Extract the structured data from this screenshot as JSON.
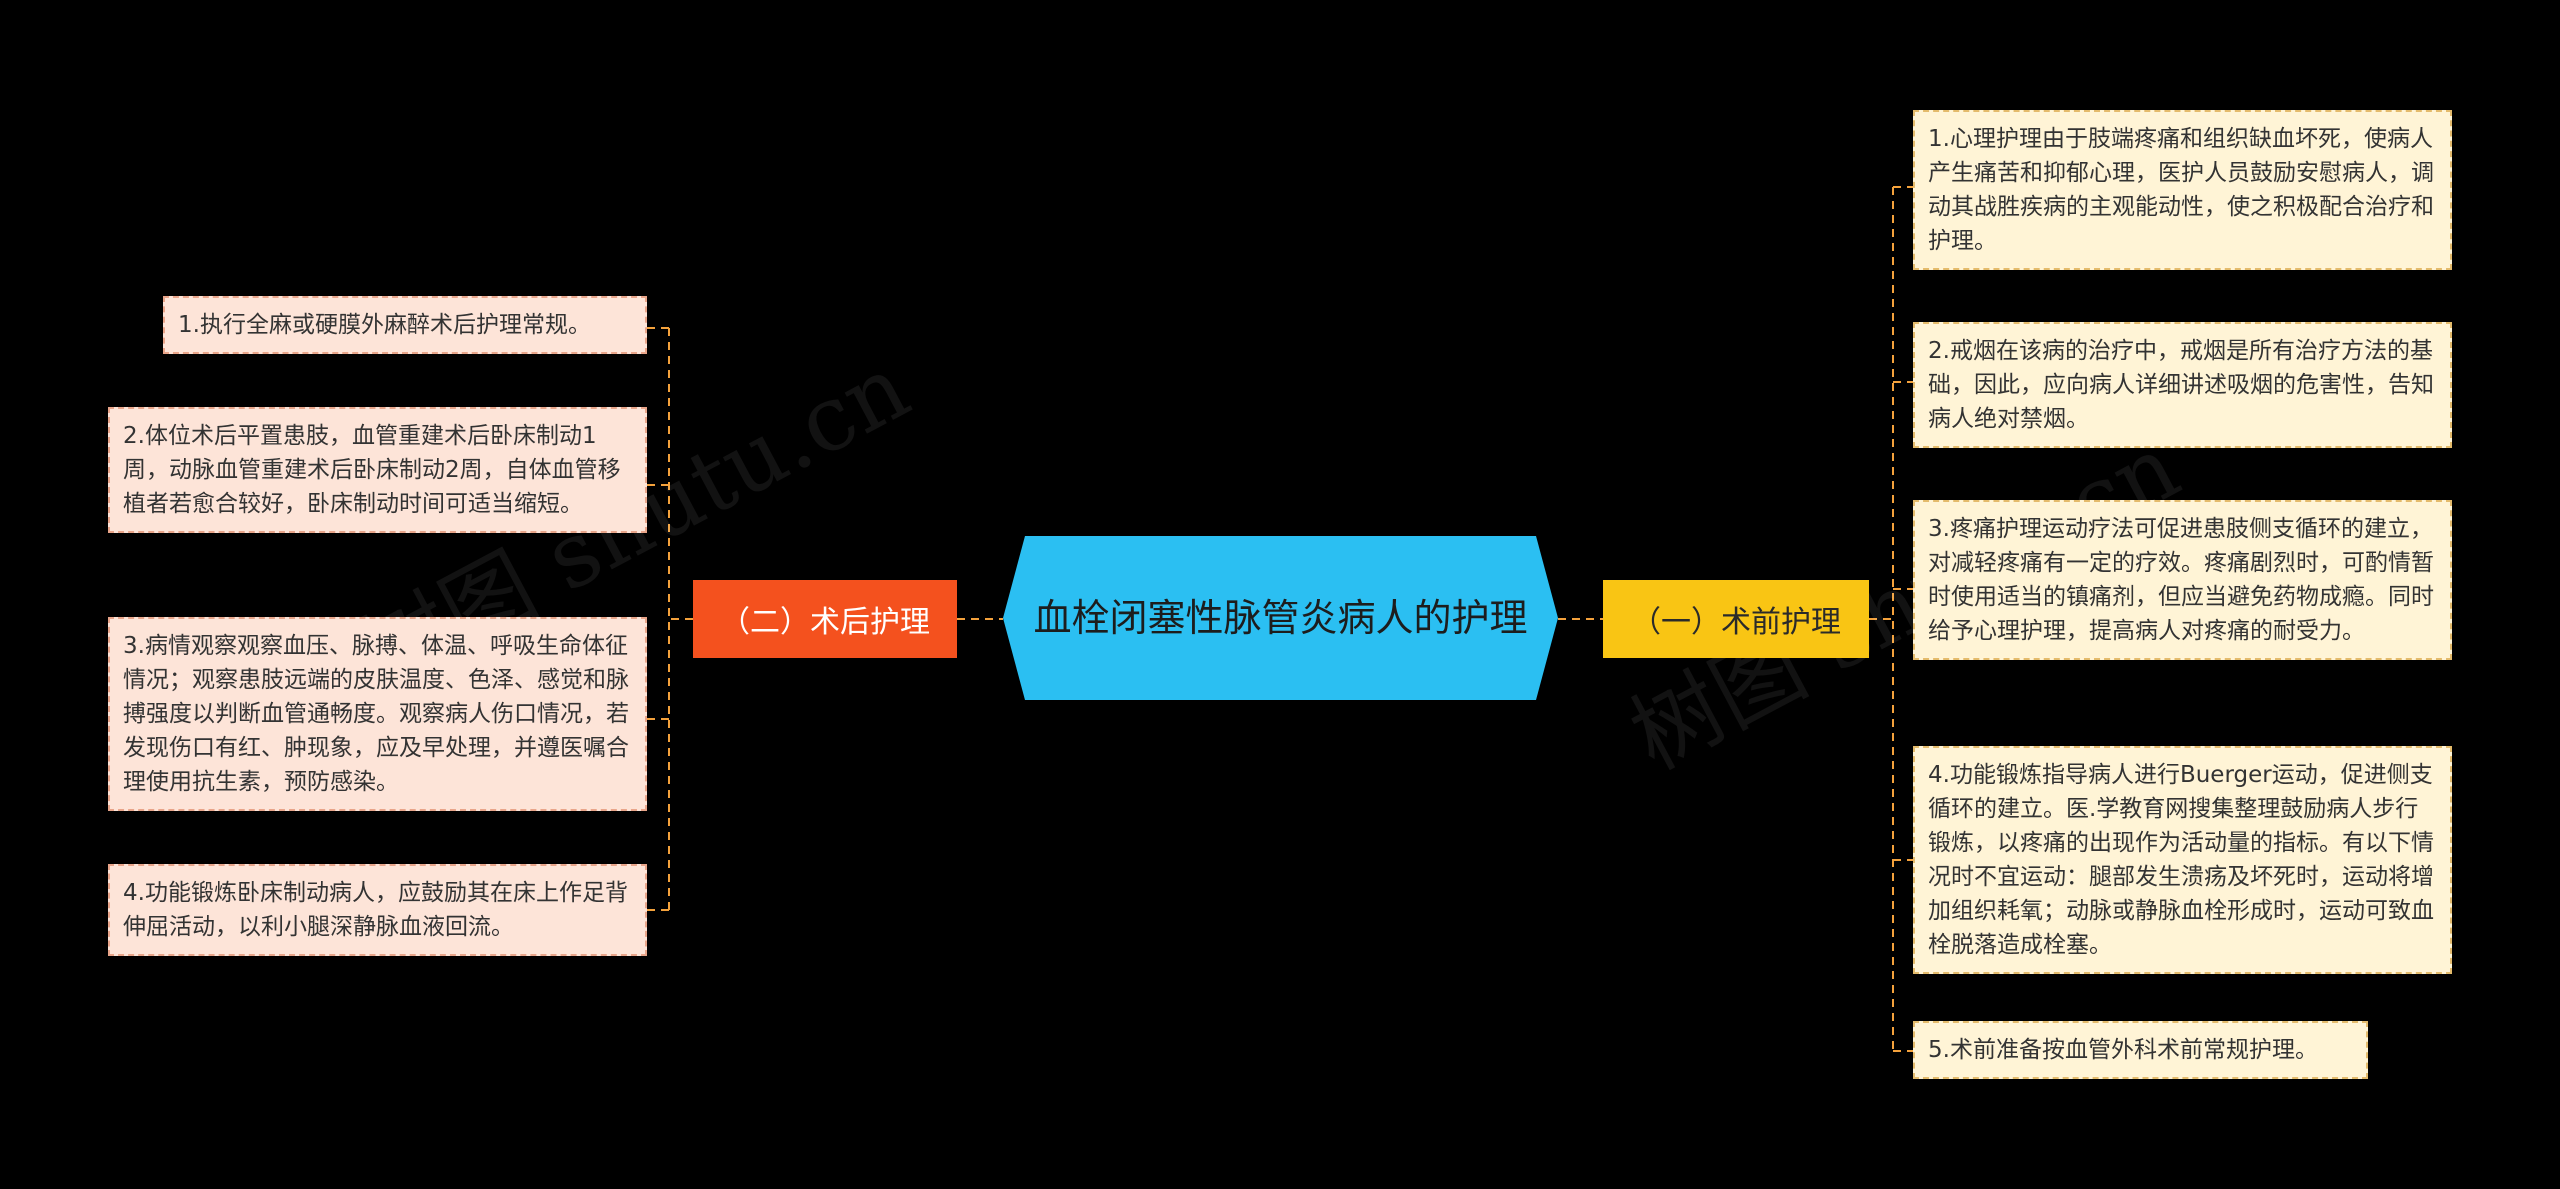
{
  "colors": {
    "background": "#000000",
    "center": "#2bbff2",
    "branch_right": "#f9c514",
    "branch_left": "#f4511e",
    "leaf_right_fill": "#fff4d6",
    "leaf_left_fill": "#fde4d8",
    "connector": "#f4a23c"
  },
  "center": {
    "title": "血栓闭塞性脉管炎病人的护理"
  },
  "branches": {
    "right": {
      "label": "（一）术前护理",
      "items": [
        "1.心理护理由于肢端疼痛和组织缺血坏死，使病人产生痛苦和抑郁心理，医护人员鼓励安慰病人，调动其战胜疾病的主观能动性，使之积极配合治疗和护理。",
        "2.戒烟在该病的治疗中，戒烟是所有治疗方法的基础，因此，应向病人详细讲述吸烟的危害性，告知病人绝对禁烟。",
        "3.疼痛护理运动疗法可促进患肢侧支循环的建立，对减轻疼痛有一定的疗效。疼痛剧烈时，可酌情暂时使用适当的镇痛剂，但应当避免药物成瘾。同时给予心理护理，提高病人对疼痛的耐受力。",
        "4.功能锻炼指导病人进行Buerger运动，促进侧支循环的建立。医.学教育网搜集整理鼓励病人步行锻炼，以疼痛的出现作为活动量的指标。有以下情况时不宜运动：腿部发生溃疡及坏死时，运动将增加组织耗氧；动脉或静脉血栓形成时，运动可致血栓脱落造成栓塞。",
        "5.术前准备按血管外科术前常规护理。"
      ]
    },
    "left": {
      "label": "（二）术后护理",
      "items": [
        "1.执行全麻或硬膜外麻醉术后护理常规。",
        "2.体位术后平置患肢，血管重建术后卧床制动1周，动脉血管重建术后卧床制动2周，自体血管移植者若愈合较好，卧床制动时间可适当缩短。",
        "3.病情观察观察血压、脉搏、体温、呼吸生命体征情况；观察患肢远端的皮肤温度、色泽、感觉和脉搏强度以判断血管通畅度。观察病人伤口情况，若发现伤口有红、肿现象，应及早处理，并遵医嘱合理使用抗生素，预防感染。",
        "4.功能锻炼卧床制动病人，应鼓励其在床上作足背伸屈活动，以利小腿深静脉血液回流。"
      ]
    }
  },
  "watermarks": [
    "树图 shutu.cn",
    "树图 shutu.cn"
  ]
}
